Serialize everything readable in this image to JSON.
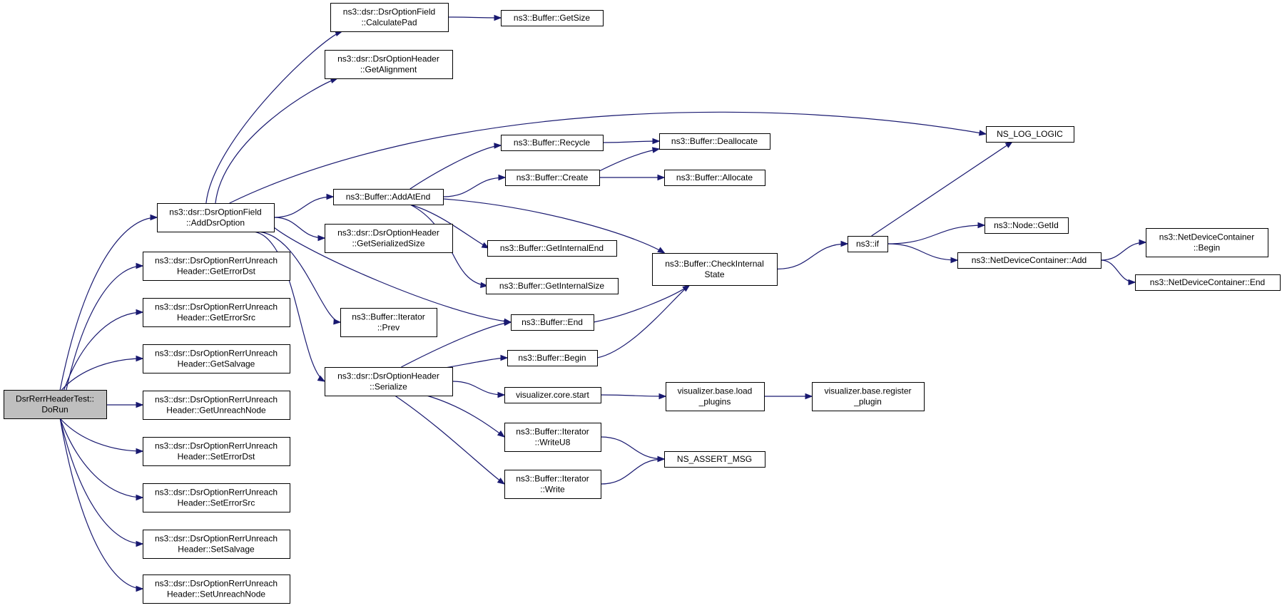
{
  "diagram": {
    "type": "call-graph",
    "root": "n_root",
    "nodes": [
      {
        "id": "n_root",
        "lines": [
          "DsrRerrHeaderTest::",
          "DoRun"
        ]
      },
      {
        "id": "n_add_dsr",
        "lines": [
          "ns3::dsr::DsrOptionField",
          "::AddDsrOption"
        ]
      },
      {
        "id": "n_get_err_dst",
        "lines": [
          "ns3::dsr::DsrOptionRerrUnreach",
          "Header::GetErrorDst"
        ]
      },
      {
        "id": "n_get_err_src",
        "lines": [
          "ns3::dsr::DsrOptionRerrUnreach",
          "Header::GetErrorSrc"
        ]
      },
      {
        "id": "n_get_salvage",
        "lines": [
          "ns3::dsr::DsrOptionRerrUnreach",
          "Header::GetSalvage"
        ]
      },
      {
        "id": "n_get_unreach",
        "lines": [
          "ns3::dsr::DsrOptionRerrUnreach",
          "Header::GetUnreachNode"
        ]
      },
      {
        "id": "n_set_err_dst",
        "lines": [
          "ns3::dsr::DsrOptionRerrUnreach",
          "Header::SetErrorDst"
        ]
      },
      {
        "id": "n_set_err_src",
        "lines": [
          "ns3::dsr::DsrOptionRerrUnreach",
          "Header::SetErrorSrc"
        ]
      },
      {
        "id": "n_set_salvage",
        "lines": [
          "ns3::dsr::DsrOptionRerrUnreach",
          "Header::SetSalvage"
        ]
      },
      {
        "id": "n_set_unreach",
        "lines": [
          "ns3::dsr::DsrOptionRerrUnreach",
          "Header::SetUnreachNode"
        ]
      },
      {
        "id": "n_calc_pad",
        "lines": [
          "ns3::dsr::DsrOptionField",
          "::CalculatePad"
        ]
      },
      {
        "id": "n_get_align",
        "lines": [
          "ns3::dsr::DsrOptionHeader",
          "::GetAlignment"
        ]
      },
      {
        "id": "n_add_at_end",
        "lines": [
          "ns3::Buffer::AddAtEnd"
        ]
      },
      {
        "id": "n_get_ser_size",
        "lines": [
          "ns3::dsr::DsrOptionHeader",
          "::GetSerializedSize"
        ]
      },
      {
        "id": "n_iter_prev",
        "lines": [
          "ns3::Buffer::Iterator",
          "::Prev"
        ]
      },
      {
        "id": "n_serialize",
        "lines": [
          "ns3::dsr::DsrOptionHeader",
          "::Serialize"
        ]
      },
      {
        "id": "n_get_size",
        "lines": [
          "ns3::Buffer::GetSize"
        ]
      },
      {
        "id": "n_recycle",
        "lines": [
          "ns3::Buffer::Recycle"
        ]
      },
      {
        "id": "n_create",
        "lines": [
          "ns3::Buffer::Create"
        ]
      },
      {
        "id": "n_get_int_end",
        "lines": [
          "ns3::Buffer::GetInternalEnd"
        ]
      },
      {
        "id": "n_get_int_size",
        "lines": [
          "ns3::Buffer::GetInternalSize"
        ]
      },
      {
        "id": "n_end",
        "lines": [
          "ns3::Buffer::End"
        ]
      },
      {
        "id": "n_begin",
        "lines": [
          "ns3::Buffer::Begin"
        ]
      },
      {
        "id": "n_vis_start",
        "lines": [
          "visualizer.core.start"
        ]
      },
      {
        "id": "n_write_u8",
        "lines": [
          "ns3::Buffer::Iterator",
          "::WriteU8"
        ]
      },
      {
        "id": "n_write",
        "lines": [
          "ns3::Buffer::Iterator",
          "::Write"
        ]
      },
      {
        "id": "n_deallocate",
        "lines": [
          "ns3::Buffer::Deallocate"
        ]
      },
      {
        "id": "n_allocate",
        "lines": [
          "ns3::Buffer::Allocate"
        ]
      },
      {
        "id": "n_check_state",
        "lines": [
          "ns3::Buffer::CheckInternal",
          "State"
        ]
      },
      {
        "id": "n_load_plugins",
        "lines": [
          "visualizer.base.load",
          "_plugins"
        ]
      },
      {
        "id": "n_assert_msg",
        "lines": [
          "NS_ASSERT_MSG"
        ]
      },
      {
        "id": "n_log_logic",
        "lines": [
          "NS_LOG_LOGIC"
        ]
      },
      {
        "id": "n_if",
        "lines": [
          "ns3::if"
        ]
      },
      {
        "id": "n_register",
        "lines": [
          "visualizer.base.register",
          "_plugin"
        ]
      },
      {
        "id": "n_get_id",
        "lines": [
          "ns3::Node::GetId"
        ]
      },
      {
        "id": "n_ndc_add",
        "lines": [
          "ns3::NetDeviceContainer::Add"
        ]
      },
      {
        "id": "n_ndc_begin",
        "lines": [
          "ns3::NetDeviceContainer",
          "::Begin"
        ]
      },
      {
        "id": "n_ndc_end",
        "lines": [
          "ns3::NetDeviceContainer::End"
        ]
      }
    ],
    "edges": [
      [
        "n_root",
        "n_add_dsr"
      ],
      [
        "n_root",
        "n_get_err_dst"
      ],
      [
        "n_root",
        "n_get_err_src"
      ],
      [
        "n_root",
        "n_get_salvage"
      ],
      [
        "n_root",
        "n_get_unreach"
      ],
      [
        "n_root",
        "n_set_err_dst"
      ],
      [
        "n_root",
        "n_set_err_src"
      ],
      [
        "n_root",
        "n_set_salvage"
      ],
      [
        "n_root",
        "n_set_unreach"
      ],
      [
        "n_add_dsr",
        "n_calc_pad"
      ],
      [
        "n_add_dsr",
        "n_get_align"
      ],
      [
        "n_add_dsr",
        "n_log_logic"
      ],
      [
        "n_add_dsr",
        "n_add_at_end"
      ],
      [
        "n_add_dsr",
        "n_get_ser_size"
      ],
      [
        "n_add_dsr",
        "n_end"
      ],
      [
        "n_add_dsr",
        "n_iter_prev"
      ],
      [
        "n_add_dsr",
        "n_serialize"
      ],
      [
        "n_calc_pad",
        "n_get_size"
      ],
      [
        "n_add_at_end",
        "n_recycle"
      ],
      [
        "n_add_at_end",
        "n_create"
      ],
      [
        "n_add_at_end",
        "n_get_int_end"
      ],
      [
        "n_add_at_end",
        "n_get_int_size"
      ],
      [
        "n_add_at_end",
        "n_check_state"
      ],
      [
        "n_recycle",
        "n_deallocate"
      ],
      [
        "n_create",
        "n_deallocate"
      ],
      [
        "n_create",
        "n_allocate"
      ],
      [
        "n_end",
        "n_check_state"
      ],
      [
        "n_begin",
        "n_check_state"
      ],
      [
        "n_serialize",
        "n_end"
      ],
      [
        "n_serialize",
        "n_begin"
      ],
      [
        "n_serialize",
        "n_vis_start"
      ],
      [
        "n_serialize",
        "n_write_u8"
      ],
      [
        "n_serialize",
        "n_write"
      ],
      [
        "n_vis_start",
        "n_load_plugins"
      ],
      [
        "n_load_plugins",
        "n_register"
      ],
      [
        "n_write_u8",
        "n_assert_msg"
      ],
      [
        "n_write",
        "n_assert_msg"
      ],
      [
        "n_check_state",
        "n_if"
      ],
      [
        "n_if",
        "n_log_logic"
      ],
      [
        "n_if",
        "n_get_id"
      ],
      [
        "n_if",
        "n_ndc_add"
      ],
      [
        "n_ndc_add",
        "n_ndc_begin"
      ],
      [
        "n_ndc_add",
        "n_ndc_end"
      ]
    ]
  }
}
